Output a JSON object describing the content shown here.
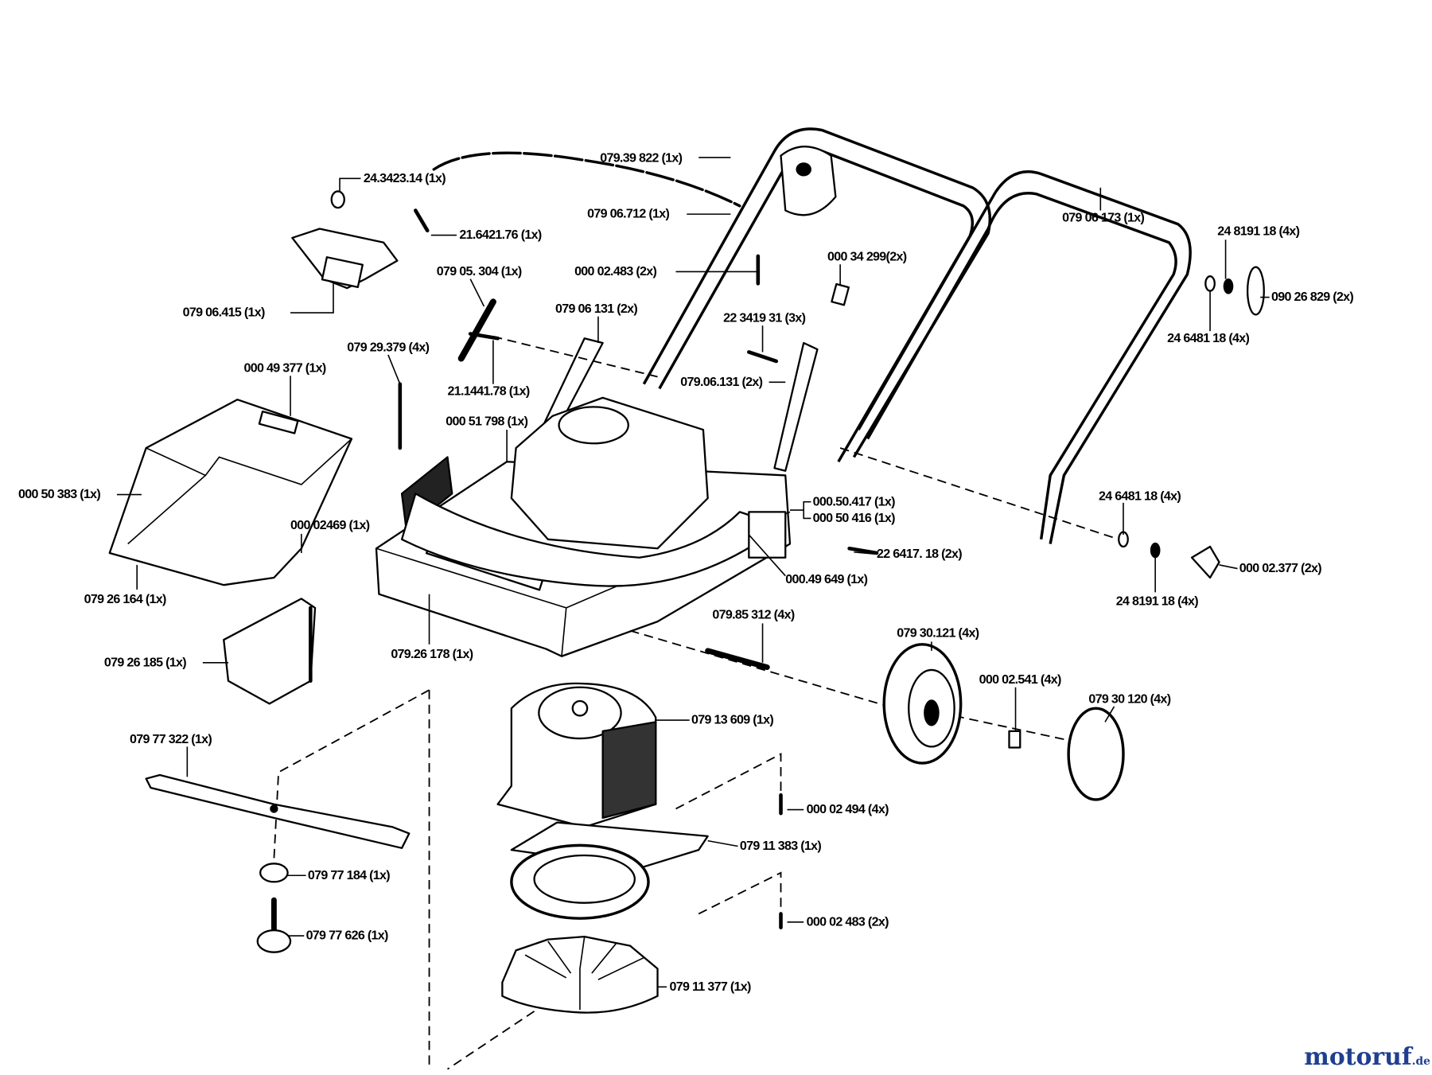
{
  "diagram": {
    "labels": [
      "079.39 822 (1x)",
      "24.3423.14 (1x)",
      "21.6421.76 (1x)",
      "079 06.712 (1x)",
      "079 06 173 (1x)",
      "24 8191 18 (4x)",
      "000 34 299(2x)",
      "000 02.483 (2x)",
      "079 05. 304 (1x)",
      "079 06.415 (1x)",
      "079 06 131 (2x)",
      "22 3419 31 (3x)",
      "090 26 829 (2x)",
      "24 6481 18 (4x)",
      "079 29.379 (4x)",
      "000 49 377 (1x)",
      "21.1441.78 (1x)",
      "079.06.131 (2x)",
      "000 51 798 (1x)",
      "000 50 383 (1x)",
      "000.50.417 (1x)",
      "000 50 416 (1x)",
      "000 02469 (1x)",
      "24 6481 18 (4x)",
      "22 6417. 18 (2x)",
      "000 02.377 (2x)",
      "079 26 164 (1x)",
      "000.49 649 (1x)",
      "24 8191 18 (4x)",
      "079.85 312 (4x)",
      "079 30.121 (4x)",
      "079.26 178 (1x)",
      "079 26 185 (1x)",
      "000 02.541 (4x)",
      "079 30 120 (4x)",
      "079 13 609 (1x)",
      "079 77 322 (1x)",
      "000 02 494 (4x)",
      "079 11 383 (1x)",
      "079 77 184 (1x)",
      "000 02 483 (2x)",
      "079 77 626 (1x)",
      "079 11 377 (1x)"
    ]
  },
  "watermark": {
    "text": "motoruf",
    "suffix": ".de",
    "colors": {
      "primary": "#1f3f8f",
      "accent": "#e07a1f"
    }
  }
}
